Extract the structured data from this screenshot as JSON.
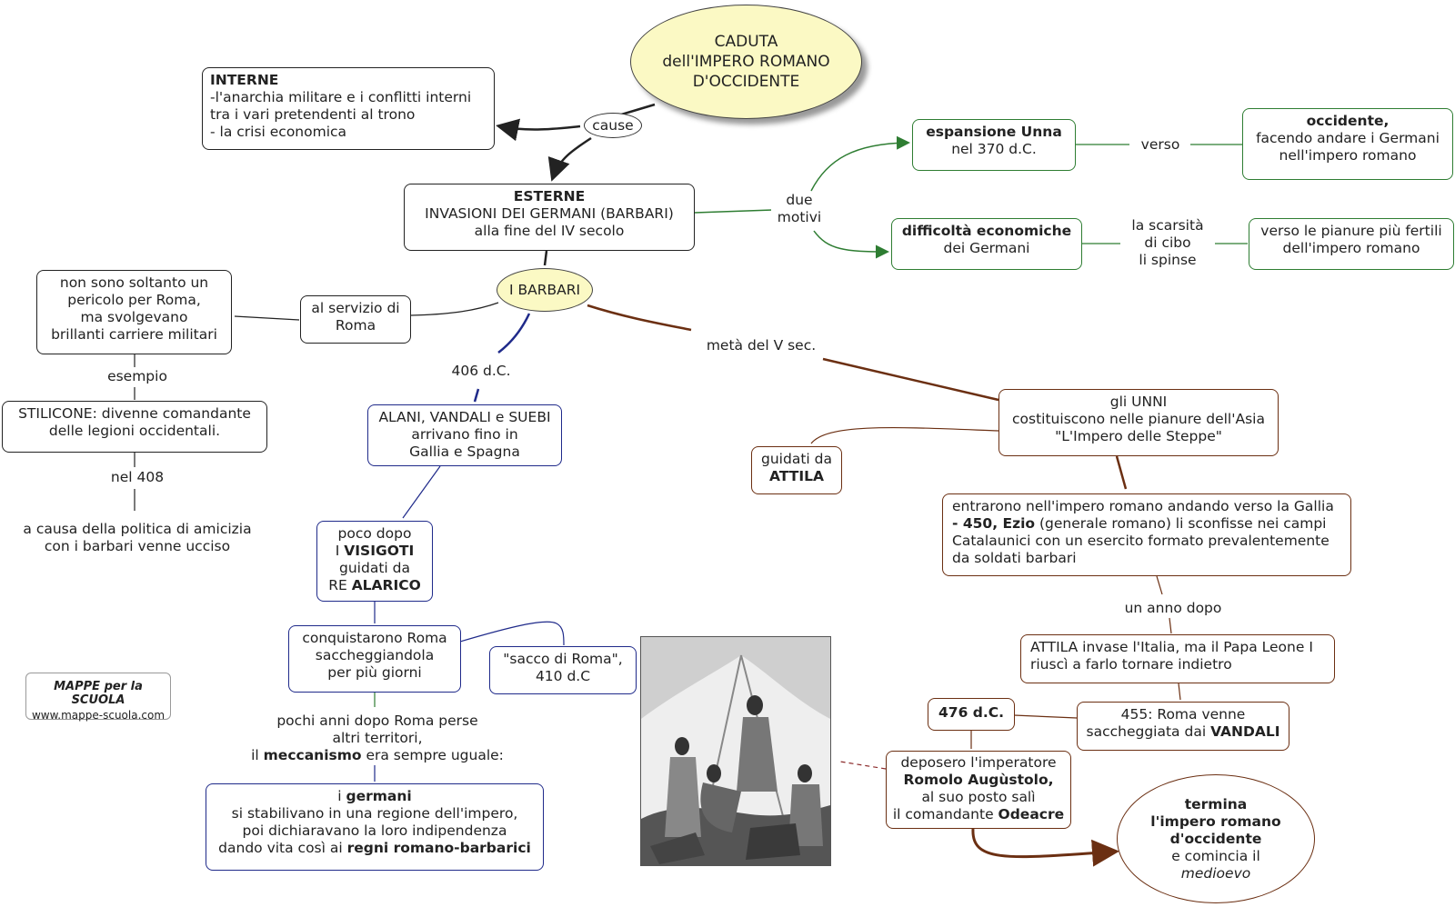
{
  "root": {
    "line1": "CADUTA",
    "line2": "dell'IMPERO ROMANO",
    "line3": "D'OCCIDENTE"
  },
  "cause_label": "cause",
  "interne": {
    "title": "INTERNE",
    "line1": "-l'anarchia militare e i conflitti interni",
    "line2": "tra i vari pretendenti al trono",
    "line3": "- la crisi economica"
  },
  "esterne": {
    "title": "ESTERNE",
    "line1": "INVASIONI DEI GERMANI (BARBARI)",
    "line2": "alla fine del IV secolo"
  },
  "due_motivi": {
    "line1": "due",
    "line2": "motivi"
  },
  "espansione": {
    "bold": "espansione Unna",
    "line2": "nel 370 d.C."
  },
  "verso_label": "verso",
  "occidente": {
    "bold": "occidente,",
    "line2": "facendo andare i Germani",
    "line3": "nell'impero romano"
  },
  "difficolta": {
    "bold": "difficoltà economiche",
    "line2": "dei Germani"
  },
  "scarsita": {
    "line1": "la scarsità",
    "line2": "di cibo",
    "line3": "li spinse"
  },
  "pianure": {
    "line1": "verso le pianure più fertili",
    "line2": "dell'impero romano"
  },
  "barbari": "I BARBARI",
  "servizio": {
    "line1": "al servizio di",
    "line2": "Roma"
  },
  "non_solo": {
    "line1": "non sono soltanto un",
    "line2": "pericolo per Roma,",
    "line3": "ma svolgevano",
    "line4": "brillanti carriere militari"
  },
  "esempio_label": "esempio",
  "stilicone": {
    "line1": "STILICONE: divenne comandante",
    "line2": "delle legioni occidentali."
  },
  "nel408_label": "nel 408",
  "ucciso": {
    "line1": "a causa della politica di amicizia",
    "line2": "con i barbari venne ucciso"
  },
  "label_406": "406 d.C.",
  "alani": {
    "line1": "ALANI, VANDALI e SUEBI",
    "line2": "arrivano fino in",
    "line3": "Gallia e Spagna"
  },
  "visigoti": {
    "line1": "poco dopo",
    "line2a": "I ",
    "line2b": "VISIGOTI",
    "line3": "guidati da",
    "line4a": "RE ",
    "line4b": "ALARICO"
  },
  "conquistarono": {
    "line1": "conquistarono Roma",
    "line2": "saccheggiandola",
    "line3": "per più giorni"
  },
  "sacco": {
    "line1": "\"sacco di Roma\",",
    "line2": "410 d.C"
  },
  "pochi_anni": {
    "line1": "pochi anni dopo Roma perse",
    "line2": "altri territori,",
    "line3a": "il ",
    "line3b": "meccanismo",
    "line3c": " era sempre uguale:"
  },
  "germani": {
    "line1a": "i ",
    "line1b": "germani",
    "line2": "si stabilivano in una regione dell'impero,",
    "line3": "poi dichiaravano la loro indipendenza",
    "line4a": "dando vita così ai ",
    "line4b": "regni romano-barbarici"
  },
  "meta_label": "metà del V sec.",
  "unni": {
    "line1": "gli UNNI",
    "line2": "costituiscono nelle pianure dell'Asia",
    "line3": "\"L'Impero delle Steppe\""
  },
  "attila_guide": {
    "line1": "guidati da",
    "bold": "ATTILA"
  },
  "entrarono": {
    "line1": "entrarono nell'impero romano andando verso la Gallia",
    "line2a": "- ",
    "line2b": "450, Ezio",
    "line2c": " (generale romano) li sconfisse nei campi",
    "line3": "Catalaunici con un esercito formato prevalentemente",
    "line4": "da soldati barbari"
  },
  "anno_dopo_label": "un anno dopo",
  "attila_italia": {
    "line1": "ATTILA invase l'Italia, ma il Papa Leone I",
    "line2": "riuscì a farlo tornare indietro"
  },
  "roma455": {
    "line1": "455: Roma venne",
    "line2a": "saccheggiata dai ",
    "line2b": "VANDALI"
  },
  "y476": "476 d.C.",
  "deposero": {
    "line1": "deposero l'imperatore",
    "line2": "Romolo Augùstolo,",
    "line3": "al suo posto salì",
    "line4a": "il comandante ",
    "line4b": "Odeacre"
  },
  "termina": {
    "line1": "termina",
    "line2": "l'impero romano",
    "line3": "d'occidente",
    "line4": "e comincia il",
    "line5": "medioevo"
  },
  "logo": {
    "line1": "MAPPE per la SCUOLA",
    "line2": "www.mappe-scuola.com"
  },
  "colors": {
    "green": "#2e7d32",
    "blue": "#1f2a8a",
    "brown": "#6b2f12",
    "yellow": "#fbf9c4"
  }
}
